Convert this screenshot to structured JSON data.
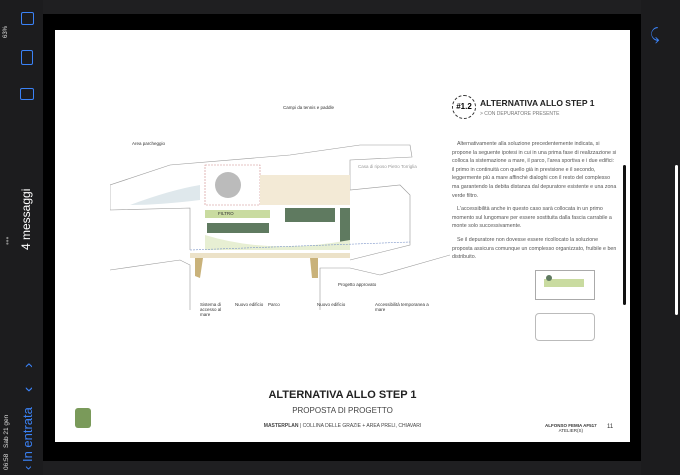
{
  "status": {
    "time": "06:58",
    "date": "Sab 21 gen",
    "battery": "63%"
  },
  "toolbar": {
    "back_label": "In entrata",
    "message_count": "4 messaggi",
    "more": "•••"
  },
  "icons": [
    "compose-icon",
    "folder-icon",
    "trash-icon",
    "chevron-up-icon",
    "chevron-down-icon",
    "back-chevron-icon",
    "reply-icon"
  ],
  "document": {
    "badge": "#1.2",
    "heading": "ALTERNATIVA ALLO STEP 1",
    "subheading": "> CON DEPURATORE PRESENTE",
    "paragraphs": [
      "Alternativamente alla soluzione precedentemente indicata, si propone la seguente ipotesi in cui in una prima fase di realizzazione si colloca la sistemazione a mare, il parco, l'area sportiva e i due edifici: il primo in continuità con quello già in previsione e il secondo, leggermente più a mare affinché dialoghi con il resto del complesso ma garantendo la debita distanza dal depuratore esistente e una zona verde filtro.",
      "L'accessibilità anche in questo caso sarà collocata in un primo momento sul lungomare per essere sostituita dalla fascia carrabile a monte solo successivamente.",
      "Se il depuratore non dovesse essere ricollocato la soluzione proposta assicura comunque un complesso organizzato, fruibile e ben distribuito."
    ],
    "diagram_labels": {
      "tennis": "Campi da tennis e paddle",
      "parking": "Area parcheggio",
      "casa": "Casa di riposo Pietro Torriglia",
      "filtro": "FILTRO",
      "access_sea": "Sistema di accesso al mare",
      "new_building_1": "Nuovo edificio",
      "park": "Parco",
      "new_building_2": "Nuovo edificio",
      "approved": "Progetto approvato",
      "temp_access": "Accessibilità temporanea a mare"
    },
    "footer_title": "ALTERNATIVA ALLO STEP 1",
    "footer_subtitle": "PROPOSTA DI PROGETTO",
    "footer_masterplan": "MASTERPLAN",
    "footer_location": " | COLLINA DELLE GRAZIE + AREA PRELI, CHIAVARI",
    "author": "ALFONSO FEMIA AF517",
    "author_sub": "ATELIER(S)",
    "page_number": "11"
  },
  "colors": {
    "accent": "#3b82f6",
    "building": "#5f7a60",
    "green": "#c9dba0",
    "sand": "#f3ead6"
  }
}
